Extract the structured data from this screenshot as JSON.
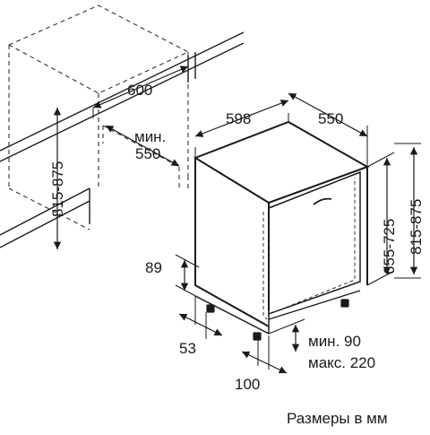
{
  "dimensions": {
    "niche_depth": "600",
    "niche_min_label": "мин.",
    "niche_min_value": "550",
    "niche_height": "815-875",
    "unit_width": "598",
    "unit_depth": "550",
    "door_height": "655-725",
    "unit_height": "815-875",
    "toe_height": "89",
    "side_offset": "53",
    "plinth_offset": "100",
    "plinth_min": "мин. 90",
    "plinth_max": "макс. 220"
  },
  "caption": "Размеры в мм",
  "colors": {
    "line": "#1a1a1a",
    "dash": "#333333"
  }
}
